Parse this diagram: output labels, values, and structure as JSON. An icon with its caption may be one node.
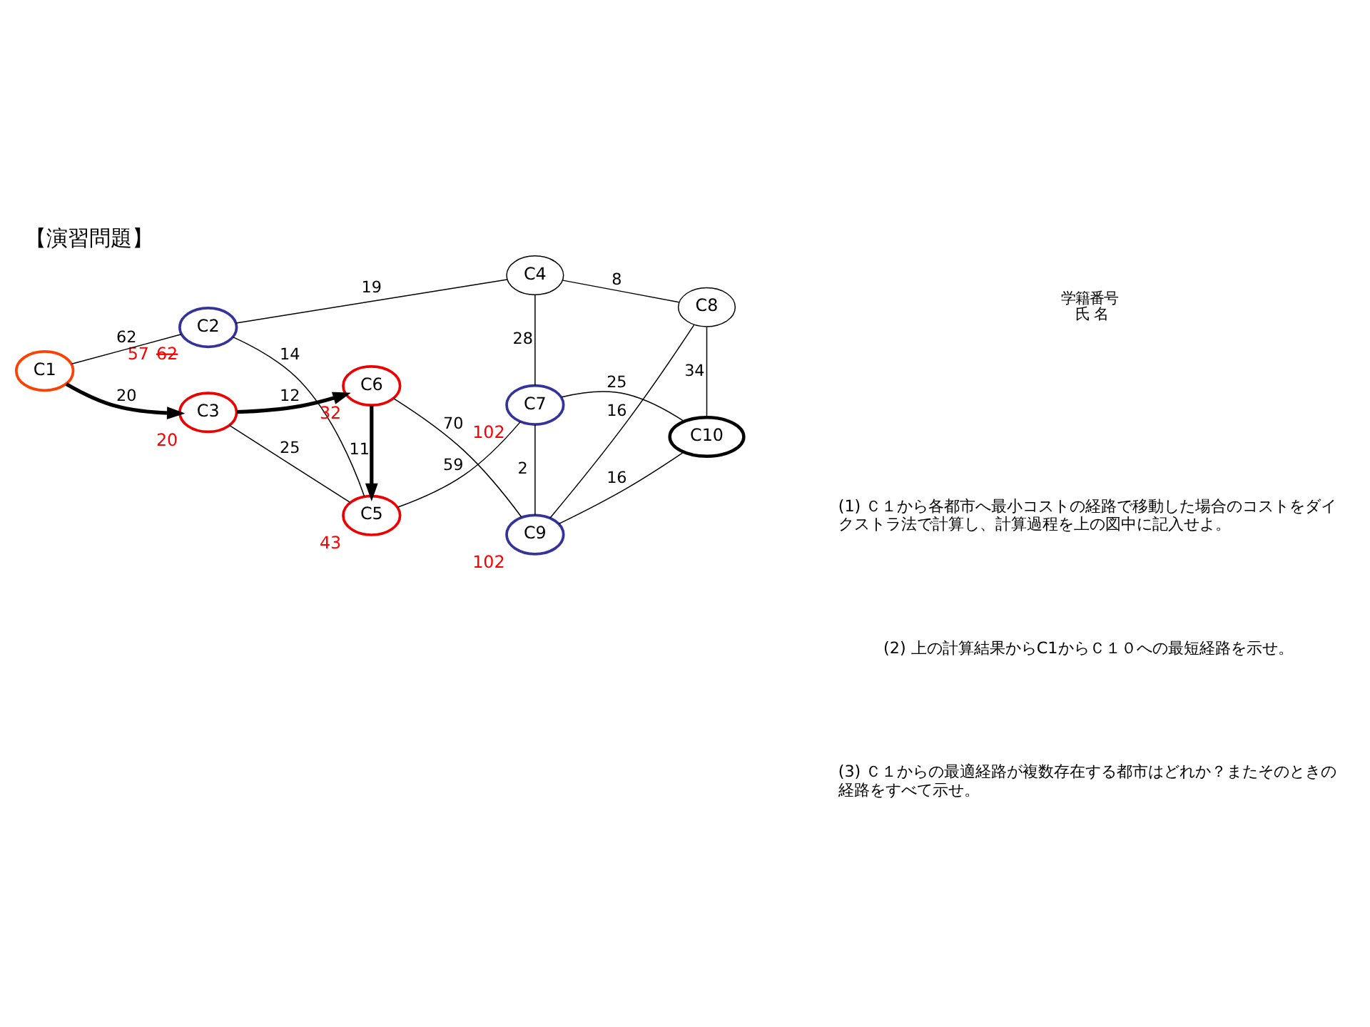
{
  "diagram": {
    "title": "【演習問題】",
    "nodes": [
      {
        "text": [
          "C1"
        ]
      },
      {
        "text": [
          "C2"
        ],
        "beside": [
          "57",
          "62"
        ]
      },
      {
        "text": [
          "C3"
        ],
        "beside": [
          "20"
        ]
      },
      {
        "text": [
          "C4"
        ]
      },
      {
        "text": [
          "C5"
        ],
        "beside": [
          "43"
        ]
      },
      {
        "text": [
          "C6"
        ],
        "beside": [
          "32"
        ]
      },
      {
        "text": [
          "C7"
        ],
        "beside": [
          "102"
        ]
      },
      {
        "text": [
          "C8"
        ]
      },
      {
        "text": [
          "C9"
        ],
        "beside": [
          "102"
        ]
      },
      {
        "text": [
          "C10"
        ]
      }
    ],
    "edges": [
      {
        "from": 0,
        "to": 1,
        "arrow": "none",
        "label": "62"
      },
      {
        "from": 0,
        "to": 2,
        "arrow": "to",
        "label": "20",
        "style": "thick"
      },
      {
        "from": 1,
        "to": 3,
        "arrow": "none",
        "label": "19"
      },
      {
        "from": 1,
        "to": 4,
        "arrow": "none",
        "label": "14"
      },
      {
        "from": 3,
        "to": 7,
        "arrow": "none",
        "label": "8"
      },
      {
        "from": 3,
        "to": 6,
        "arrow": "none",
        "label": "28"
      },
      {
        "from": 4,
        "to": 6,
        "arrow": "none",
        "label": "59"
      },
      {
        "from": 2,
        "to": 4,
        "arrow": "none",
        "label": "25"
      },
      {
        "from": 2,
        "to": 5,
        "arrow": "to",
        "label": "12",
        "style": "thick"
      },
      {
        "from": 5,
        "to": 4,
        "arrow": "to",
        "label": "11",
        "style": "thick"
      },
      {
        "from": 5,
        "to": 8,
        "arrow": "none",
        "label": "70"
      },
      {
        "from": 6,
        "to": 8,
        "arrow": "none",
        "label": "2"
      },
      {
        "from": 6,
        "to": 9,
        "arrow": "none",
        "label": "25"
      },
      {
        "from": 7,
        "to": 8,
        "arrow": "none",
        "label": "16"
      },
      {
        "from": 7,
        "to": 9,
        "arrow": "none",
        "label": "34"
      },
      {
        "from": 8,
        "to": 9,
        "arrow": "none",
        "label": "16"
      }
    ],
    "labels": [
      "学籍番号",
      "氏 名",
      "(1) Ｃ１から各都市へ最小コストの経路で移動した場合のコストをダイクストラ法で計算し、計算過程を上の図中に記入せよ。",
      "(2) 上の計算結果からC1からＣ１０への最短経路を示せ。",
      "(3) Ｃ１からの最適経路が複数存在する都市はどれか？またそのときの経路をすべて示せ。"
    ]
  }
}
